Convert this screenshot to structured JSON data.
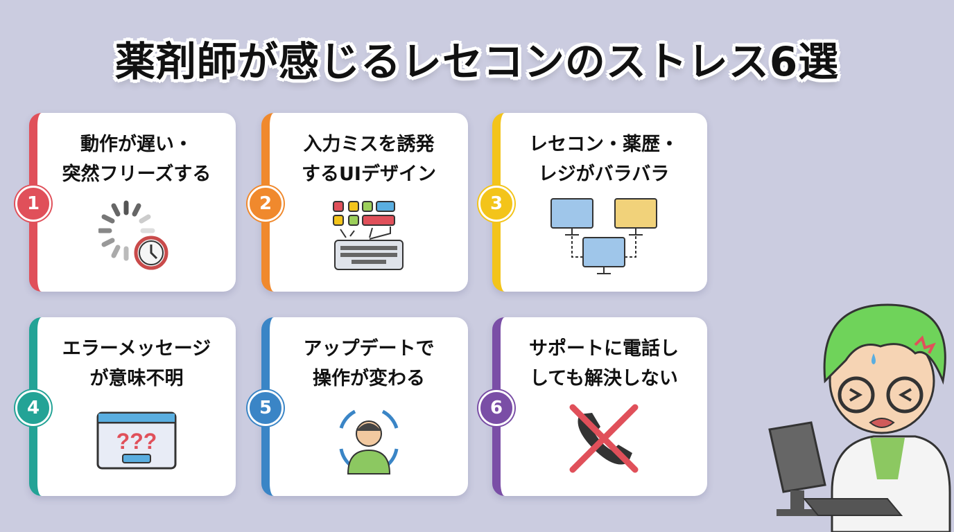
{
  "title": "薬剤師が感じるレセコンのストレス6選",
  "cards": [
    {
      "num": "1",
      "line1": "動作が遅い・",
      "line2": "突然フリーズする",
      "icon": "loading-clock-icon",
      "color": "#e0505a"
    },
    {
      "num": "2",
      "line1": "入力ミスを誘発",
      "line2": "するUIデザイン",
      "icon": "keyboard-icon",
      "color": "#f0892d"
    },
    {
      "num": "3",
      "line1": "レセコン・薬歴・",
      "line2": "レジがバラバラ",
      "icon": "disconnected-computers-icon",
      "color": "#f3c41a"
    },
    {
      "num": "4",
      "line1": "エラーメッセージ",
      "line2": "が意味不明",
      "icon": "error-window-icon",
      "color": "#23a396"
    },
    {
      "num": "5",
      "line1": "アップデートで",
      "line2": "操作が変わる",
      "icon": "confused-person-icon",
      "color": "#3a85c6"
    },
    {
      "num": "6",
      "line1": "サポートに電話し",
      "line2": "しても解決しない",
      "icon": "phone-crossed-icon",
      "color": "#7a4ea6"
    }
  ]
}
